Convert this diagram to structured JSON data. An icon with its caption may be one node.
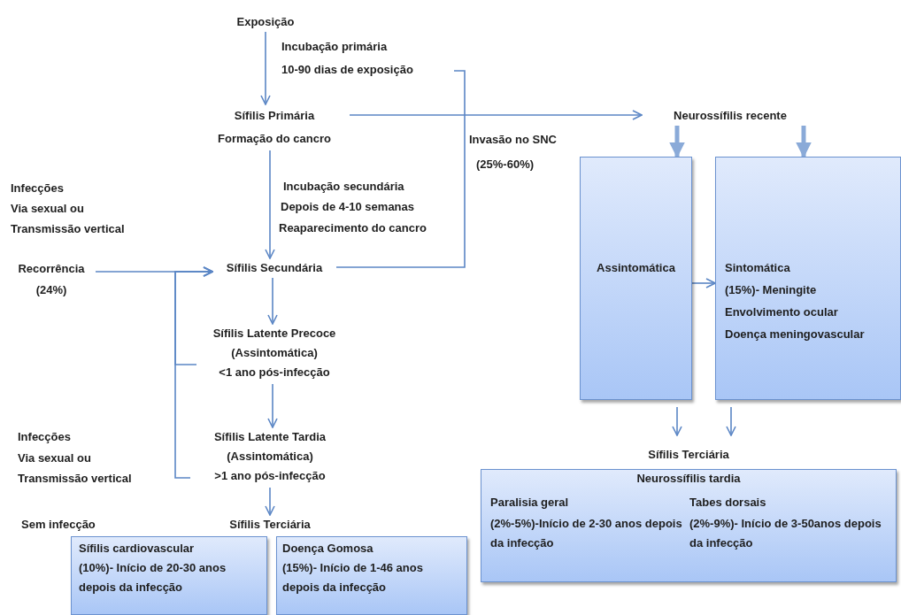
{
  "diagram": {
    "nodes": [
      {
        "text": [
          "Exposição"
        ]
      },
      {
        "text": [
          "Incubação primária",
          "10-90 dias de exposição"
        ]
      },
      {
        "text": [
          "Sífilis Primária",
          "Formação do cancro"
        ]
      },
      {
        "text": [
          "Recorrência",
          "(24%)"
        ]
      },
      {
        "text": [
          "Sífilis Secundária"
        ]
      },
      {
        "text": [
          "Sífilis Latente Precoce",
          "(Assintomática)",
          "<1 ano pós-infecção"
        ]
      },
      {
        "text": [
          "Sífilis Latente Tardia",
          "(Assintomática)",
          ">1 ano pós-infecção"
        ]
      },
      {
        "text": [
          "Sífilis Terciária"
        ]
      },
      {
        "text": [
          "Sífilis cardiovascular",
          "(10%)- Início de 20-30 anos depois da infecção"
        ]
      },
      {
        "text": [
          "Doença Gomosa",
          "(15%)- Início de 1-46 anos depois da infecção"
        ]
      },
      {
        "text": [
          "Neurossífilis recente"
        ]
      },
      {
        "text": [
          "Assintomática"
        ]
      },
      {
        "text": [
          "Sintomática",
          "(15%)- Meningite",
          "Envolvimento ocular",
          "Doença meningovascular"
        ]
      },
      {
        "text": [
          "Sífilis Terciária",
          "Neurossífilis tardia",
          "Paralisia geral",
          "(2%-5%)-Início de 2-30 anos depois da infecção",
          "Tabes dorsais",
          "(2%-9%)- Início de 3-50anos depois da infecção"
        ]
      }
    ],
    "edges": [
      {
        "from": 0,
        "to": 2,
        "arrow": "to"
      },
      {
        "from": 2,
        "to": 4,
        "arrow": "to"
      },
      {
        "from": 2,
        "to": 10,
        "arrow": "to"
      },
      {
        "from": 4,
        "to": 1,
        "arrow": "none"
      },
      {
        "from": 3,
        "to": 4,
        "arrow": "to"
      },
      {
        "from": 5,
        "to": 4,
        "arrow": "to"
      },
      {
        "from": 6,
        "to": 4,
        "arrow": "to"
      },
      {
        "from": 4,
        "to": 5,
        "arrow": "to"
      },
      {
        "from": 5,
        "to": 6,
        "arrow": "to"
      },
      {
        "from": 6,
        "to": 7,
        "arrow": "to"
      },
      {
        "from": 10,
        "to": 11,
        "arrow": "to",
        "style": "thick"
      },
      {
        "from": 10,
        "to": 12,
        "arrow": "to",
        "style": "thick"
      },
      {
        "from": 11,
        "to": 12,
        "arrow": "to"
      },
      {
        "from": 11,
        "to": 13,
        "arrow": "to"
      },
      {
        "from": 12,
        "to": 13,
        "arrow": "to"
      }
    ],
    "labels": [
      "Invasão no SNC",
      "(25%-60%)",
      "Infecções",
      "Incubação secundária",
      "Via sexual ou",
      "Depois de 4-10 semanas",
      "Transmissão vertical",
      "Reaparecimento do cancro",
      "Infecções",
      "Via sexual ou",
      "Transmissão vertical",
      "Sem infecção"
    ]
  }
}
